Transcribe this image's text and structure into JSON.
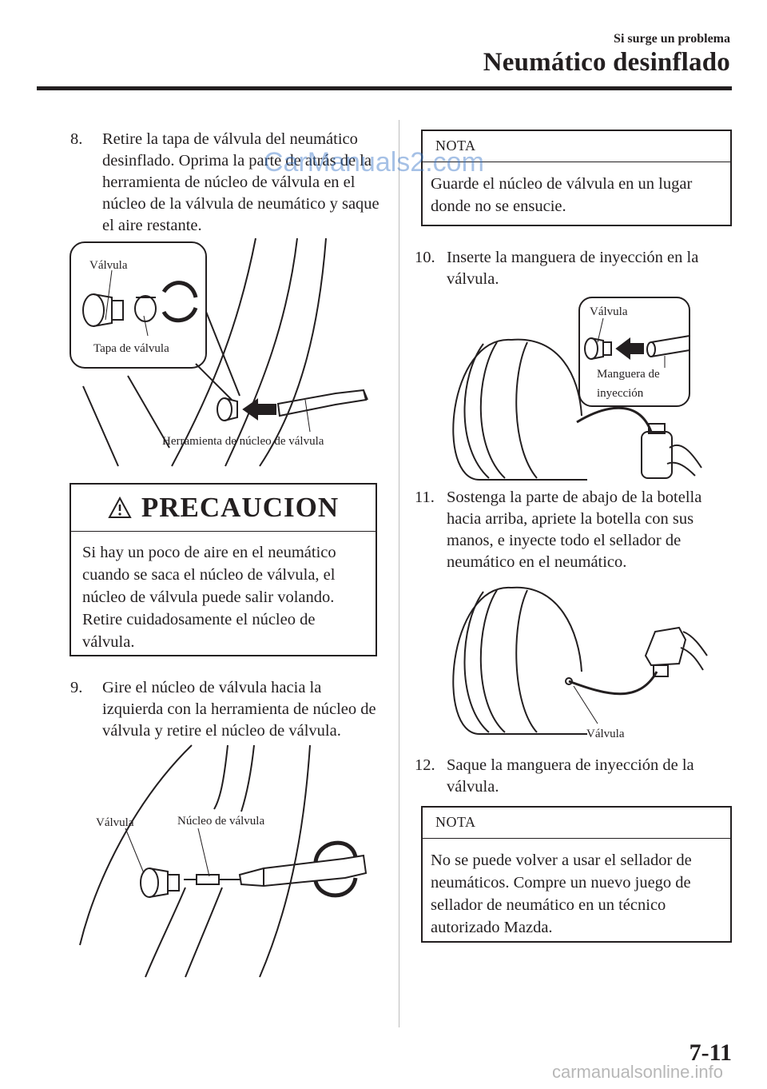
{
  "header": {
    "section": "Si surge un problema",
    "title": "Neumático desinflado"
  },
  "steps": {
    "s8": {
      "num": "8.",
      "text": "Retire la tapa de válvula del neumático desinflado. Oprima la parte de atrás de la herramienta de núcleo de válvula en el núcleo de la válvula de neumático y saque el aire restante."
    },
    "s9": {
      "num": "9.",
      "text": "Gire el núcleo de válvula hacia la izquierda con la herramienta de núcleo de válvula y retire el núcleo de válvula."
    },
    "s10": {
      "num": "10.",
      "text": "Inserte la manguera de inyección en la válvula."
    },
    "s11": {
      "num": "11.",
      "text": "Sostenga la parte de abajo de la botella hacia arriba, apriete la botella con sus manos, e inyecte todo el sellador de neumático en el neumático."
    },
    "s12": {
      "num": "12.",
      "text": "Saque la manguera de inyección de la válvula."
    }
  },
  "figures": {
    "fig1": {
      "valvula": "Válvula",
      "tapa": "Tapa de válvula",
      "herramienta": "Herramienta de núcleo de válvula"
    },
    "fig2": {
      "valvula": "Válvula",
      "nucleo": "Núcleo de válvula"
    },
    "fig3": {
      "valvula": "Válvula",
      "manguera_1": "Manguera de",
      "manguera_2": "inyección"
    },
    "fig4": {
      "valvula": "Válvula"
    }
  },
  "precaucion": {
    "title": "PRECAUCION",
    "body": "Si hay un poco de aire en el neumático cuando se saca el núcleo de válvula, el núcleo de válvula puede salir volando. Retire cuidadosamente el núcleo de válvula."
  },
  "nota1": {
    "title": "NOTA",
    "body": "Guarde el núcleo de válvula en un lugar donde no se ensucie."
  },
  "nota2": {
    "title": "NOTA",
    "body": "No se puede volver a usar el sellador de neumáticos. Compre un nuevo juego de sellador de neumático en un técnico autorizado Mazda."
  },
  "page_number": "7-11",
  "watermarks": {
    "top": "CarManuals2.com",
    "bottom": "carmanualsonline.info"
  }
}
